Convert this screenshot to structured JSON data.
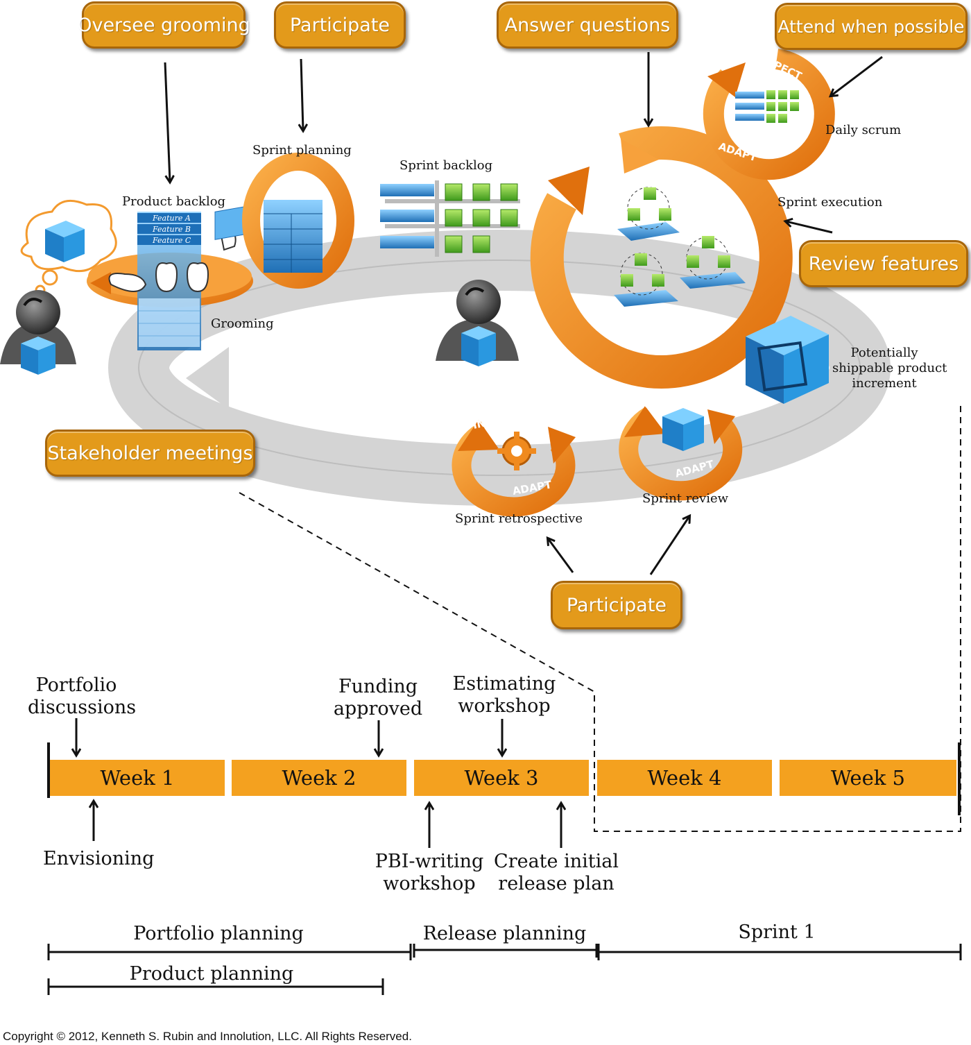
{
  "callouts": {
    "oversee_grooming": "Oversee grooming",
    "participate_planning": "Participate",
    "answer_questions": "Answer questions",
    "attend_when_possible": "Attend when possible",
    "review_features": "Review features",
    "stakeholder_meetings": "Stakeholder meetings",
    "participate_review": "Participate"
  },
  "labels": {
    "product_backlog": "Product backlog",
    "feature_a": "Feature A",
    "feature_b": "Feature B",
    "feature_c": "Feature C",
    "grooming": "Grooming",
    "sprint_planning": "Sprint planning",
    "sprint_backlog": "Sprint backlog",
    "daily_scrum": "Daily scrum",
    "sprint_execution": "Sprint execution",
    "psi_line1": "Potentially",
    "psi_line2": "shippable product",
    "psi_line3": "increment",
    "sprint_review": "Sprint review",
    "sprint_retrospective": "Sprint retrospective",
    "inspect": "INSPECT",
    "adapt": "ADAPT"
  },
  "timeline": {
    "weeks": [
      "Week 1",
      "Week 2",
      "Week 3",
      "Week 4",
      "Week 5"
    ],
    "above": {
      "portfolio_line1": "Portfolio",
      "portfolio_line2": "discussions",
      "funding_line1": "Funding",
      "funding_line2": "approved",
      "estimating_line1": "Estimating",
      "estimating_line2": "workshop"
    },
    "below": {
      "envisioning": "Envisioning",
      "pbi_line1": "PBI-writing",
      "pbi_line2": "workshop",
      "release_line1": "Create initial",
      "release_line2": "release plan"
    },
    "spans": {
      "portfolio_planning": "Portfolio planning",
      "release_planning": "Release planning",
      "sprint_1": "Sprint 1",
      "product_planning": "Product planning"
    }
  },
  "copyright": "Copyright © 2012, Kenneth S. Rubin and Innolution, LLC. All Rights Reserved.",
  "colors": {
    "callout_fill": "#e39a1b",
    "callout_border": "#a8660a",
    "week_bar": "#f4a11f",
    "cycle_orange": "#f08a1e",
    "cube_blue": "#2a8fd6",
    "item_green": "#6cc12f",
    "track_gray": "#cfcfcf"
  }
}
